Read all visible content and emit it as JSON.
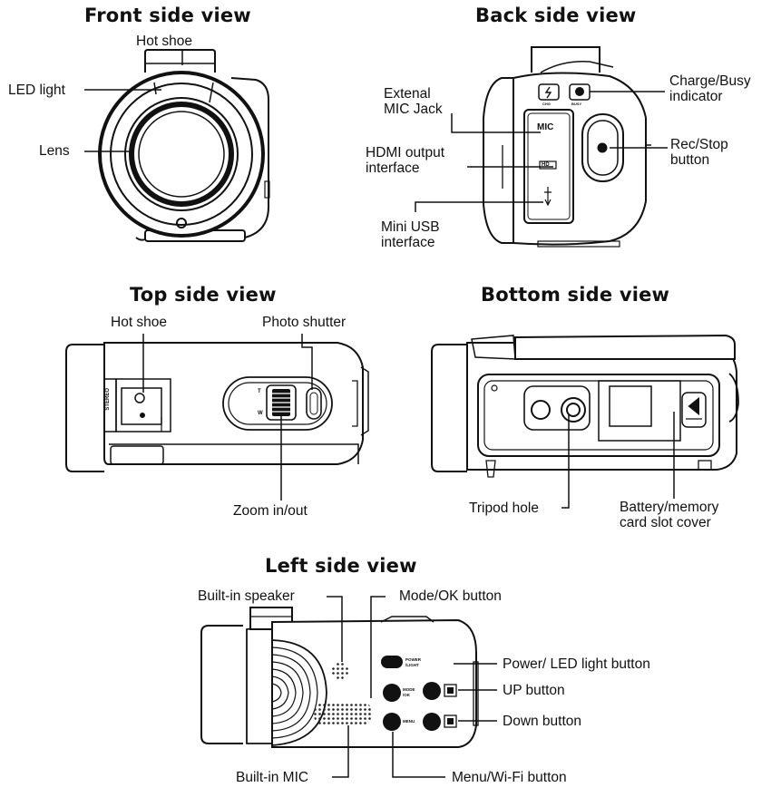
{
  "views": {
    "front": {
      "title": "Front side view",
      "labels": {
        "hot_shoe": "Hot shoe",
        "led_light": "LED light",
        "lens": "Lens"
      }
    },
    "back": {
      "title": "Back side view",
      "labels": {
        "ext_mic_1": "Extenal",
        "ext_mic_2": "MIC Jack",
        "hdmi_1": "HDMI output",
        "hdmi_2": "interface",
        "usb_1": "Mini USB",
        "usb_2": "interface",
        "charge_1": "Charge/Busy",
        "charge_2": "indicator",
        "rec_1": "Rec/Stop",
        "rec_2": "button"
      },
      "markings": {
        "mic": "MIC",
        "hdmi": "HD",
        "chg": "CHG",
        "busy": "BUSY"
      }
    },
    "top": {
      "title": "Top side view",
      "labels": {
        "hot_shoe": "Hot shoe",
        "photo_shutter": "Photo shutter",
        "zoom": "Zoom in/out"
      },
      "markings": {
        "stereo": "STEREO",
        "tele": "T",
        "wide": "W"
      }
    },
    "bottom": {
      "title": "Bottom side view",
      "labels": {
        "tripod": "Tripod hole",
        "battery_1": "Battery/memory",
        "battery_2": "card slot cover"
      }
    },
    "left": {
      "title": "Left side view",
      "labels": {
        "speaker": "Built-in speaker",
        "mode_ok": "Mode/OK button",
        "power_led": "Power/ LED light button",
        "up": "UP button",
        "down": "Down button",
        "mic": "Built-in MIC",
        "menu_wifi": "Menu/Wi-Fi button"
      },
      "markings": {
        "power": "POWER",
        "light": "/LIGHT",
        "mode": "MODE",
        "ok": "/OK",
        "menu": "MENU"
      }
    }
  }
}
